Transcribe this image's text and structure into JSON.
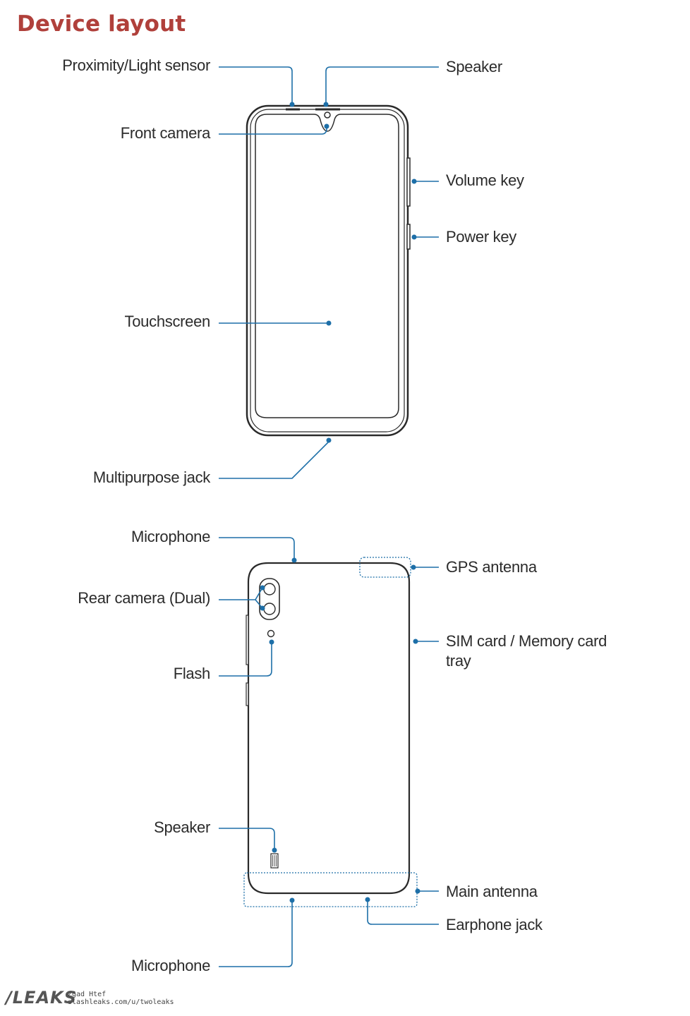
{
  "title": "Device layout",
  "colors": {
    "title": "#b0403b",
    "callout": "#1d6fa8",
    "outline": "#2a2a2a"
  },
  "front": {
    "labels": {
      "proximity_sensor": "Proximity/Light sensor",
      "speaker": "Speaker",
      "front_camera": "Front camera",
      "volume_key": "Volume key",
      "power_key": "Power key",
      "touchscreen": "Touchscreen",
      "multipurpose_jack": "Multipurpose jack"
    }
  },
  "rear": {
    "labels": {
      "microphone_top": "Microphone",
      "gps_antenna": "GPS antenna",
      "rear_camera": "Rear camera (Dual)",
      "sim_tray_line1": "SIM card / Memory card",
      "sim_tray_line2": "tray",
      "flash": "Flash",
      "speaker": "Speaker",
      "main_antenna": "Main antenna",
      "earphone_jack": "Earphone jack",
      "microphone_bottom": "Microphone"
    }
  },
  "watermark": {
    "logo": "/LEAKS",
    "line1": "Zgad Htef",
    "line2": "slashleaks.com/u/twoleaks"
  }
}
